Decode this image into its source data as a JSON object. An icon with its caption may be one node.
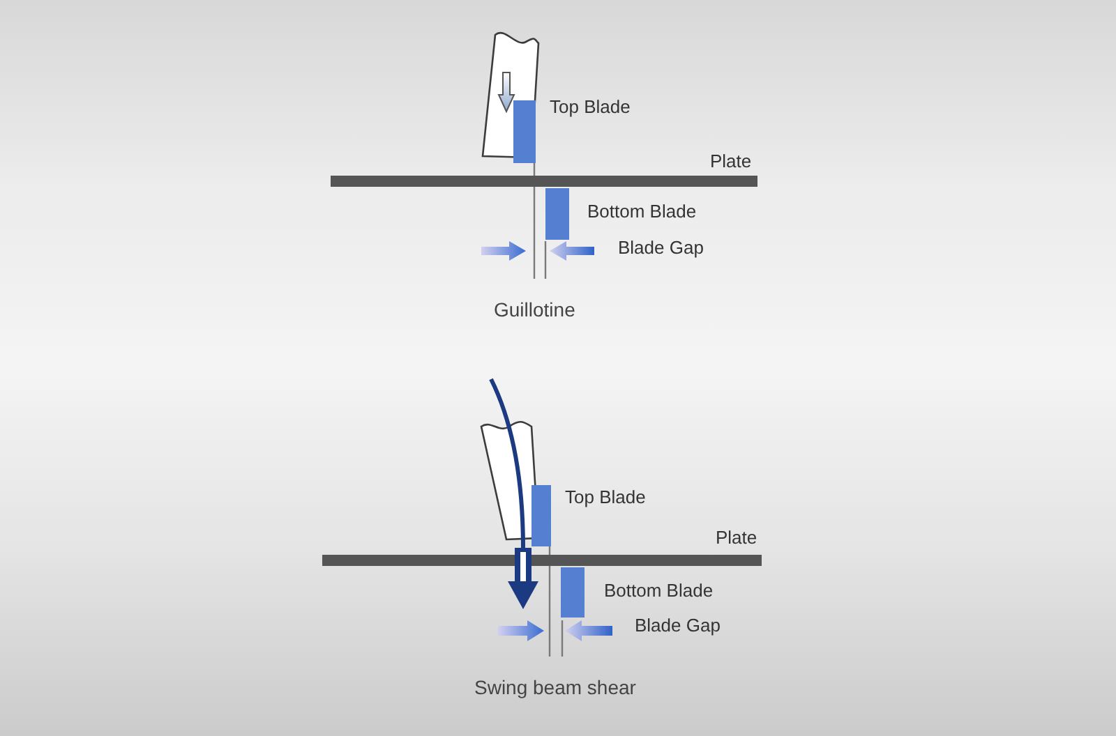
{
  "diagram": {
    "labels": [
      "Top Blade",
      "Plate",
      "Bottom Blade",
      "Blade Gap",
      "Guillotine",
      "Top Blade",
      "Plate",
      "Bottom Blade",
      "Blade Gap",
      "Swing beam shear"
    ]
  }
}
